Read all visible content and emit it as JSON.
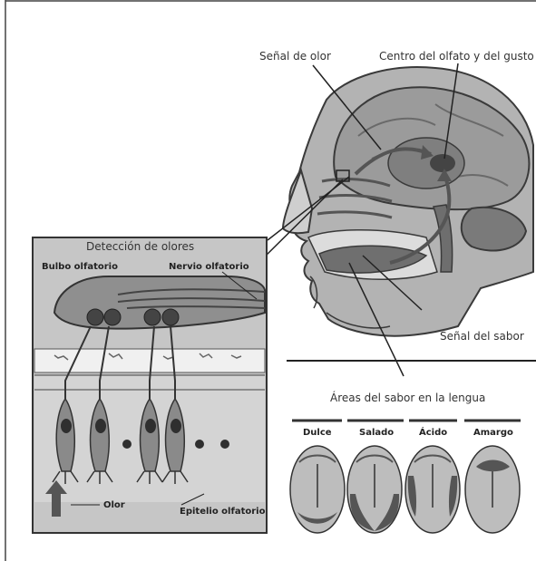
{
  "brain": {
    "odor_signal": "Señal de olor",
    "smell_taste_center": "Centro del olfato y del gusto",
    "taste_signal": "Señal del sabor"
  },
  "detection_inset": {
    "title": "Detección de olores",
    "olfactory_bulb": "Bulbo olfatorio",
    "olfactory_nerve": "Nervio olfatorio",
    "odor": "Olor",
    "olfactory_epithelium": "Epitelio olfatorio"
  },
  "tongue_areas": {
    "title": "Áreas del sabor en la lengua",
    "tastes": [
      "Dulce",
      "Salado",
      "Ácido",
      "Amargo"
    ]
  },
  "colors": {
    "frame": "#3a3a3a",
    "dark_fill": "#555555",
    "mid_fill": "#8c8c8c",
    "light_fill": "#c4c4c4",
    "pale_fill": "#e3e3e3"
  }
}
